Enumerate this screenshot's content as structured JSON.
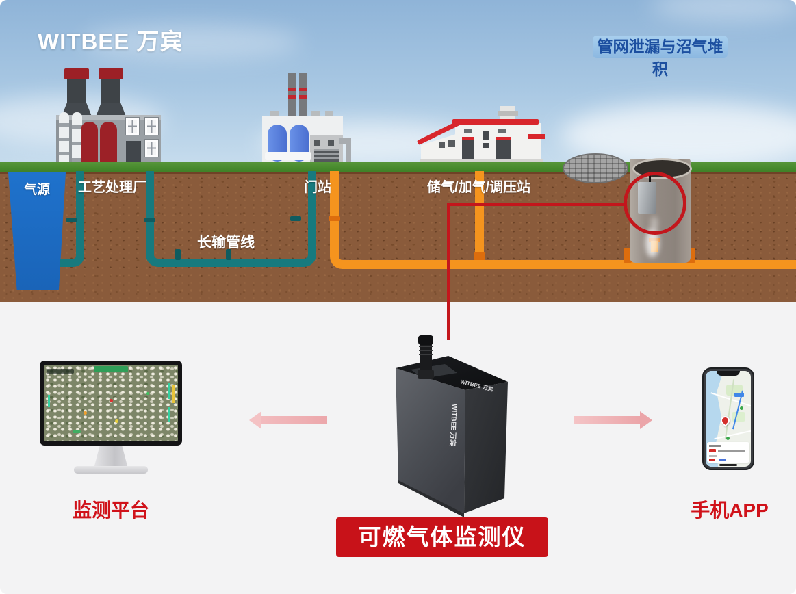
{
  "header": {
    "logo": "WITBEE 万宾",
    "badge": "管网泄漏与沼气堆积"
  },
  "scene_labels": {
    "gas_source": "气源",
    "processing_plant": "工艺处理厂",
    "long_pipeline": "长输管线",
    "gate_station": "门站",
    "storage_station": "储气/加气/调压站"
  },
  "bottom": {
    "platform_label": "监测平台",
    "device_banner": "可燃气体监测仪",
    "app_label": "手机APP",
    "device_brand": "WITBEE 万宾"
  },
  "colors": {
    "banner_red": "#c81219",
    "label_red": "#d0121a",
    "accent_red": "#c3161c",
    "pipe_teal": "#177a7e",
    "pipe_orange": "#f5941e",
    "badge_bg": "#9cc6e6",
    "badge_text": "#1c4fa0",
    "gas_source_blue": "#1e6fc8",
    "arrow_pink": "#efb0b3",
    "grass_green": "#478a2d",
    "soil_brown": "#8a5b3b"
  }
}
